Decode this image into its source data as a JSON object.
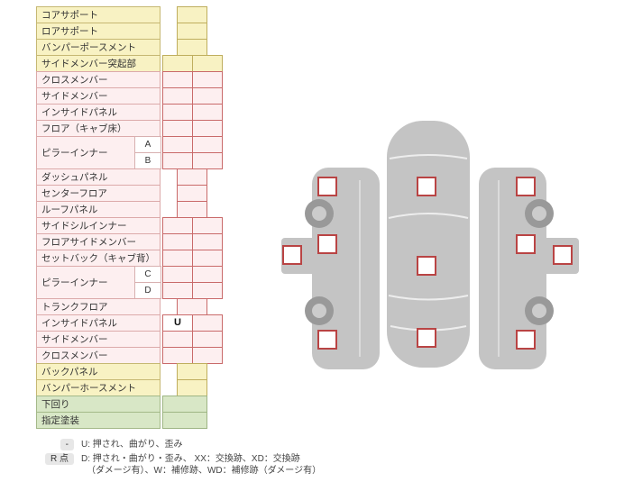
{
  "colors": {
    "row_yellow": "#f8f2c3",
    "row_yellow_border": "#c6b873",
    "row_pink": "#fdeff0",
    "row_pink_border": "#c96a6a",
    "row_green": "#d8e7c6",
    "row_green_border": "#9eb584",
    "car_body_gray": "#c4c4c4",
    "checkbox_border_red": "#b94444"
  },
  "table": {
    "rows": [
      {
        "label": "コアサポート",
        "color": "yellow",
        "cells": "single"
      },
      {
        "label": "ロアサポート",
        "color": "yellow",
        "cells": "single"
      },
      {
        "label": "バンパーポースメント",
        "color": "yellow",
        "cells": "single"
      },
      {
        "label": "サイドメンバー突起部",
        "color": "yellow",
        "cells": "double"
      },
      {
        "label": "クロスメンバー",
        "color": "pink",
        "cells": "double"
      },
      {
        "label": "サイドメンバー",
        "color": "pink",
        "cells": "double"
      },
      {
        "label": "インサイドパネル",
        "color": "pink",
        "cells": "double"
      },
      {
        "label": "フロア（キャブ床）",
        "color": "pink",
        "cells": "double"
      },
      {
        "label": "ピラーインナー",
        "color": "pink",
        "cells": "double",
        "subs": [
          "A",
          "B"
        ]
      },
      {
        "label": "ダッシュパネル",
        "color": "pink",
        "cells": "single"
      },
      {
        "label": "センターフロア",
        "color": "pink",
        "cells": "single"
      },
      {
        "label": "ルーフパネル",
        "color": "pink",
        "cells": "single"
      },
      {
        "label": "サイドシルインナー",
        "color": "pink",
        "cells": "double"
      },
      {
        "label": "フロアサイドメンバー",
        "color": "pink",
        "cells": "double"
      },
      {
        "label": "セットバック（キャブ背）",
        "color": "pink",
        "cells": "double"
      },
      {
        "label": "ピラーインナー",
        "color": "pink",
        "cells": "double",
        "subs": [
          "C",
          "D"
        ]
      },
      {
        "label": "トランクフロア",
        "color": "pink",
        "cells": "single"
      },
      {
        "label": "インサイドパネル",
        "color": "pink",
        "cells": "double",
        "marks": [
          "U",
          ""
        ]
      },
      {
        "label": "サイドメンバー",
        "color": "pink",
        "cells": "double"
      },
      {
        "label": "クロスメンバー",
        "color": "pink",
        "cells": "double"
      },
      {
        "label": "バックパネル",
        "color": "yellow",
        "cells": "single"
      },
      {
        "label": "バンパーホースメント",
        "color": "yellow",
        "cells": "single"
      },
      {
        "label": "下回り",
        "color": "green",
        "cells": "wide"
      },
      {
        "label": "指定塗装",
        "color": "green",
        "cells": "wide"
      }
    ]
  },
  "legend": {
    "items": [
      {
        "badge": "-",
        "text": "U: 押され、曲がり、歪み"
      },
      {
        "badge": "R 点",
        "text": "D: 押され・曲がり・歪み、 XX：交換跡、XD：交換跡",
        "text2": "（ダメージ有）、W：補修跡、WD：補修跡（ダメージ有）"
      }
    ]
  },
  "diagram": {
    "views": [
      "left-side-view",
      "top-view",
      "right-side-view"
    ]
  }
}
